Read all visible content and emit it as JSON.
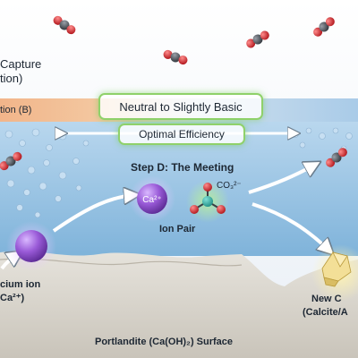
{
  "texts": {
    "top_label_line1": "Capture",
    "top_label_line2": "tion)",
    "band_label": "tion (B)",
    "neutral_box": "Neutral to Slightly Basic",
    "efficiency_box": "Optimal Efficiency",
    "step_title": "Step D: The Meeting",
    "calcium_symbol": "Ca²⁺",
    "carbonate_label": "CO₃²⁻",
    "ion_pair": "Ion Pair",
    "calcium_ion_line1": "cium ion",
    "calcium_ion_line2": "Ca²⁺)",
    "new_label_line1": "New C",
    "new_label_line2": "(Calcite/A",
    "surface_label": "Portlandite (Ca(OH)₂) Surface"
  },
  "colors": {
    "sky": "#f4f7fb",
    "band_orange": "#f2b58a",
    "band_blue": "#a9cbe8",
    "water": "#8fbfe0",
    "rock": "#dcd8d0",
    "calcium": "#8a4cc9",
    "oxygen": "#d8262b",
    "carbon": "#4a4f56",
    "glow_green": "#8fd16a",
    "crystal": "#f0da8c"
  },
  "icons": [
    "co2-molecule-icon",
    "calcium-ion-sphere-icon",
    "carbonate-ion-icon",
    "calcite-crystal-icon",
    "curved-arrow-icon",
    "double-arrow-icon"
  ]
}
